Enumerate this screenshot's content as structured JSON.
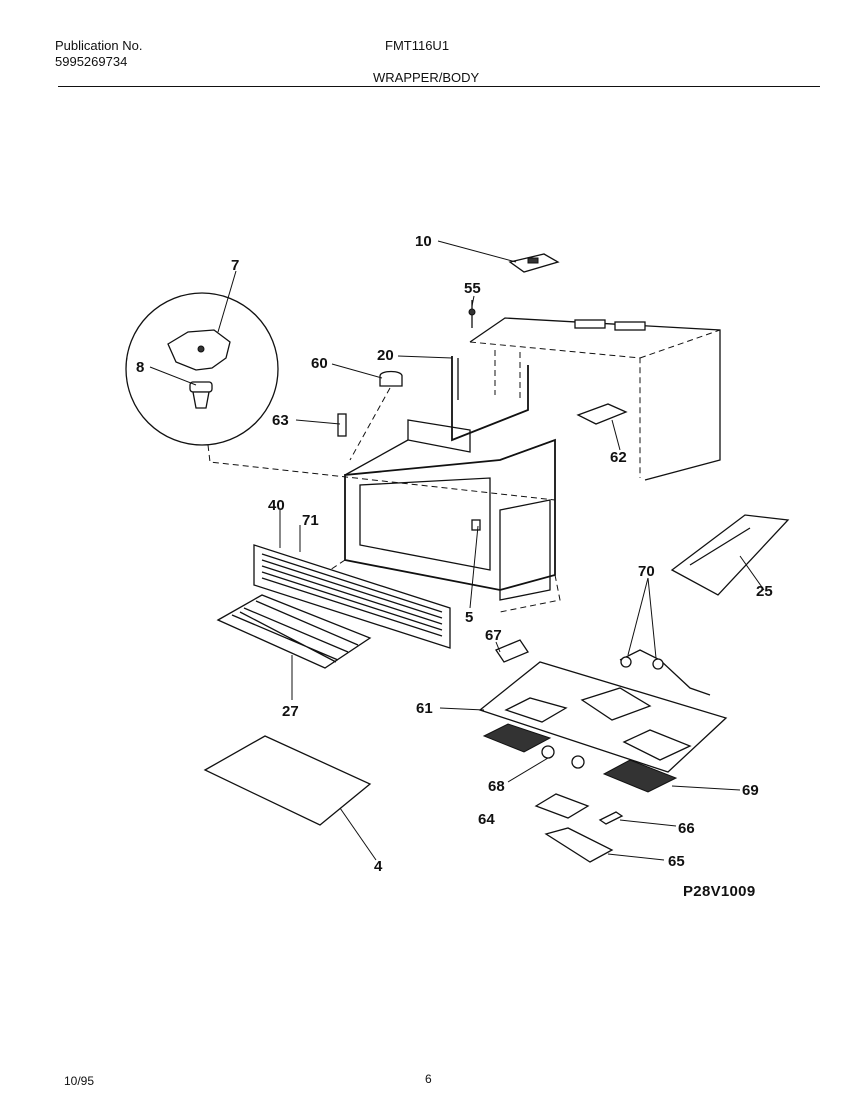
{
  "header": {
    "publication_label": "Publication No.",
    "publication_number": "5995269734",
    "model": "FMT116U1",
    "section_title": "WRAPPER/BODY"
  },
  "diagram": {
    "code": "P28V1009",
    "callouts": [
      "10",
      "7",
      "55",
      "8",
      "60",
      "20",
      "63",
      "62",
      "40",
      "71",
      "25",
      "70",
      "5",
      "67",
      "27",
      "61",
      "68",
      "69",
      "64",
      "66",
      "65",
      "4"
    ]
  },
  "footer": {
    "date": "10/95",
    "page": "6"
  }
}
